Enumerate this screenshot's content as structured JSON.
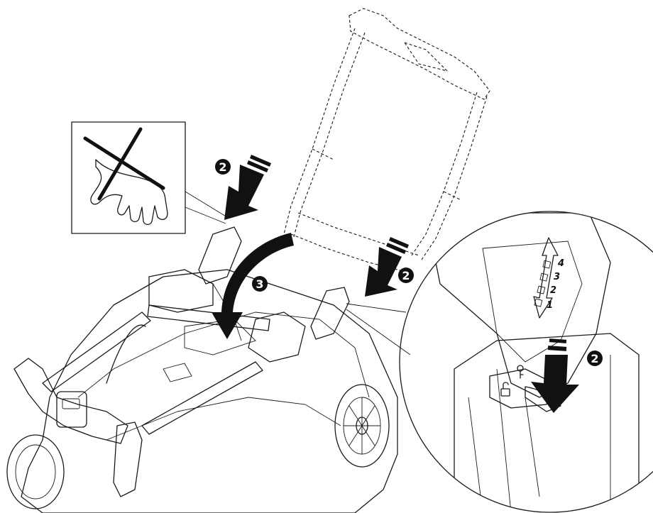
{
  "steps": {
    "step_a": "2",
    "step_b": "2",
    "step_c": "3",
    "step_d": "2"
  },
  "height_scale": [
    "4",
    "3",
    "2",
    "1"
  ],
  "colors": {
    "dark_part": "#5a5a5a",
    "mid_part": "#8a8a8a",
    "light_part": "#a8a8a8",
    "line": "#1a1a1a",
    "badge": "#111111"
  },
  "icons": {
    "warning": "crossed-hand-icon",
    "unlocked": "open-padlock-icon",
    "key": "key-icon"
  }
}
